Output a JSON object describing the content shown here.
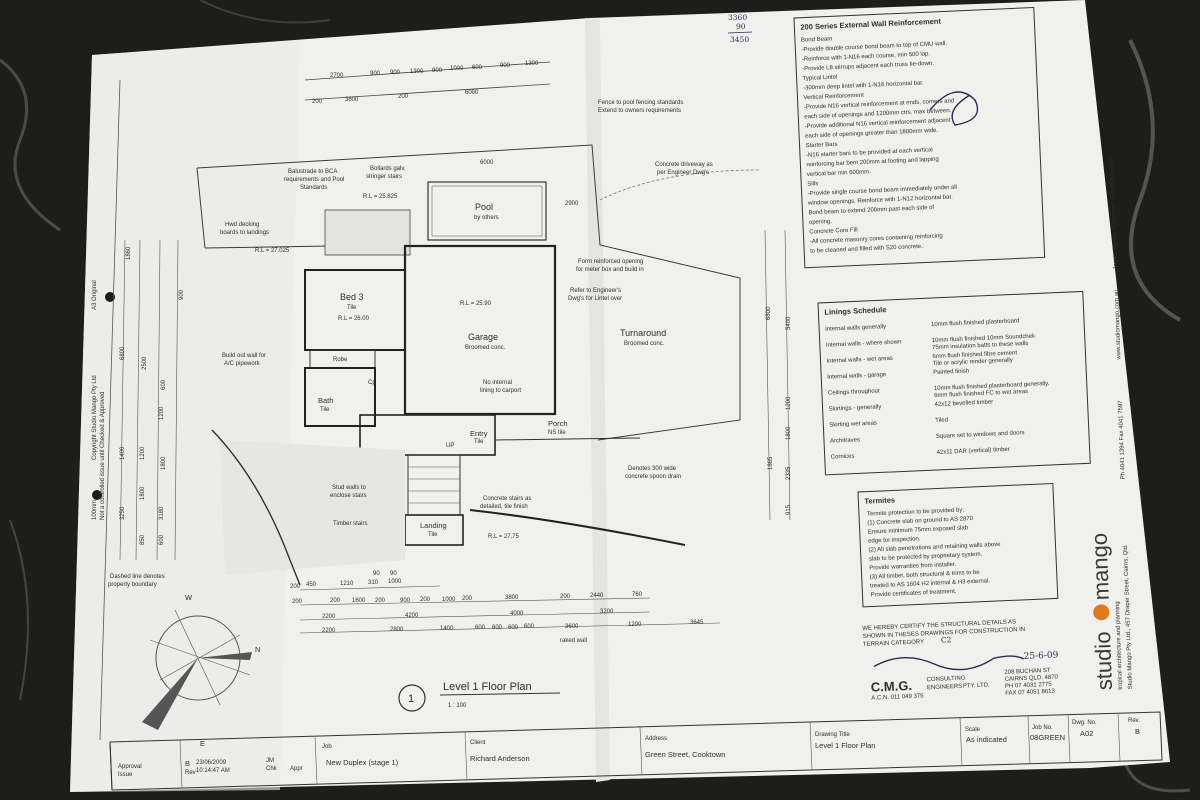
{
  "colors": {
    "background": "#1d1d1b",
    "paper": "#f1f2ee",
    "ink": "#2e2e2e",
    "brand_orange": "#e07a1f",
    "signature_ink": "#2a2a55"
  },
  "dimensions_top": {
    "row1": [
      "2700",
      "900",
      "900",
      "1300",
      "900",
      "1000",
      "600",
      "900",
      "1300"
    ],
    "row2": [
      "200",
      "3800",
      "200",
      "6000"
    ]
  },
  "rooms": {
    "pool": "Pool",
    "pool_sub": "by others",
    "garage": "Garage",
    "garage_sub": "Broomed conc.",
    "turnaround": "Turnaround",
    "turnaround_sub": "Broomed conc.",
    "bed3": "Bed 3",
    "bed3_sub": "Tile",
    "bath": "Bath",
    "bath_sub": "Tile",
    "robe": "Robe",
    "entry": "Entry",
    "entry_sub": "Tile",
    "porch": "Porch",
    "porch_sub": "NS tile",
    "landing": "Landing",
    "landing_sub": "Tile",
    "cp": "Cp",
    "up": "UP"
  },
  "levels": {
    "rl_pool": "R.L = 25.825",
    "rl_deck": "R.L = 27.025",
    "rl_garage": "R.L = 25.90",
    "rl_bed3": "R.L = 26.00",
    "rl_landing": "R.L = 27.75"
  },
  "notes": {
    "fence": "Fence to pool fencing standards",
    "fence2": "Extend to owners requirements",
    "driveway": "Concrete driveway as",
    "driveway2": "per Engineer Dwg's",
    "balustrade": "Balustrade to BCA",
    "balustrade2": "requirements and Pool",
    "balustrade3": "Standards",
    "bollards": "Bollards galv.",
    "bollards2": "stringer stairs",
    "decking": "Hwd decking",
    "decking2": "boards to landings",
    "form": "Form reinforced opening",
    "form2": "for meter box and build in",
    "refer": "Refer to Engineer's",
    "refer2": "Dwg's for Lintel over",
    "buildout": "Build out wall for",
    "buildout2": "A/C pipework",
    "nolining": "No internal",
    "nolining2": "lining to carport",
    "spoon": "Denotes 300 wide",
    "spoon2": "concrete spoon drain",
    "stud": "Stud walls to",
    "stud2": "enclose stairs",
    "concstairs": "Concrete stairs as",
    "concstairs2": "detailed, tile finish",
    "timberstairs": "Timber stairs",
    "dashed": "Dashed line denotes",
    "dashed2": "property boundary",
    "dim_6000": "6000",
    "dim_2900": "2900"
  },
  "dimensions_bottom": {
    "row1": [
      "200",
      "450",
      "1210",
      "90",
      "310",
      "90",
      "1000"
    ],
    "row2": [
      "200",
      "200",
      "1600",
      "200",
      "900",
      "200",
      "1000",
      "200",
      "3800",
      "200",
      "2440",
      "760"
    ],
    "row3": [
      "2200",
      "4200",
      "4000",
      "3200"
    ],
    "row4": [
      "2200",
      "2800",
      "1400",
      "600",
      "600",
      "600",
      "600",
      "3600",
      "1200",
      "3645"
    ],
    "raked_wall": "raked wall"
  },
  "dimensions_left": [
    "1400",
    "1200",
    "1800",
    "3250",
    "1860",
    "1200",
    "2500",
    "6800",
    "1800",
    "600",
    "900",
    "850",
    "600",
    "3180"
  ],
  "dimensions_right": [
    "6800",
    "5400",
    "1200",
    "1800",
    "2335",
    "1865",
    "915"
  ],
  "drawing_title": {
    "number": "1",
    "title": "Level 1 Floor Plan",
    "scale": "1 : 100"
  },
  "compass": {
    "w": "W",
    "e": "E",
    "n": "N"
  },
  "spec_reinforcement": {
    "title": "200 Series External Wall Reinforcement",
    "lines": [
      "Bond Beam",
      "-Provide double course bond beam to top of CMU wall.",
      "-Reinforce with 1-N16 each course, min 500 lap.",
      "-Provide L8 stirrups adjacent each truss tie-down.",
      "Typical Lintel",
      "-300mm deep lintel with 1-N16 horizontal bar.",
      "Vertical Reinforcement",
      "-Provide N16 vertical reinforcement at ends, corners and",
      "each side of openings and 1200mm ctrs. max between.",
      "-Provide additional N16 vertical reinforcement adjacent",
      "each side of openings greater than 1800mm wide.",
      "Starter Bars",
      "-N16 starter bars to be provided at each vertical",
      "reinforcing bar bent 200mm at footing and lapping",
      "vertical bar min 600mm.",
      "Sills",
      "-Provide single course bond beam immediately under all",
      "window openings. Reinforce with 1-N12 horizontal bar.",
      "Bond beam to extend 200mm past each side of",
      "opening.",
      "Concrete Core Fill",
      "-All concrete masonry cores containing reinforcing",
      "to be cleaned and filled with S20 concrete."
    ]
  },
  "handwritten_top": [
    "3360",
    "90",
    "3450"
  ],
  "linings": {
    "title": "Linings Schedule",
    "rows": [
      [
        "Internal walls generally",
        "10mm flush finished plasterboard",
        ""
      ],
      [
        "Internal walls - where shown",
        "10mm flush finished 10mm Soundchek",
        "75mm insulation batts to these walls"
      ],
      [
        "Internal walls - wet areas",
        "6mm flush finished fibre cement",
        "Tile or acrylic render generally"
      ],
      [
        "Internal walls - garage",
        "Painted finish",
        ""
      ],
      [
        "Ceilings throughout",
        "10mm flush finished plasterboard generally.",
        "6mm flush finished FC to wet areas"
      ],
      [
        "Skirtings - generally",
        "42x12 bevelled timber",
        ""
      ],
      [
        "Skirting wet areas",
        "Tiled",
        ""
      ],
      [
        "Architraves",
        "Square set to windows and doors",
        ""
      ],
      [
        "Cornices",
        "42x11 DAR (vertical) timber",
        ""
      ]
    ]
  },
  "termites": {
    "title": "Termites",
    "lines": [
      "Termite protection to be provided by:",
      "(1) Concrete slab on ground to AS 2870",
      "Ensure minimum 75mm exposed slab",
      "edge for inspection.",
      "(2) All slab penetrations and retaining walls above",
      "slab to be protected by proprietary system.",
      "Provide warranties from installer.",
      "(3) All timber, both structural & trims to be",
      "treated to AS 1604 H2 internal & H3 external.",
      "Provide certificates of treatment."
    ]
  },
  "certification": {
    "line1": "WE HEREBY CERTIFY THE STRUCTURAL DETAILS AS",
    "line2": "SHOWN IN THESES DRAWINGS FOR CONSTRUCTION IN",
    "line3": "TERRAIN CATEGORY",
    "category": "C2",
    "date": "25-6-09",
    "company": "C.M.G.",
    "company_sub1": "CONSULTING",
    "company_sub2": "ENGINEERS",
    "company_sub3": "PTY. LTD.",
    "acn": "A.C.N. 011 049 375",
    "address1": "208 BUCHAN ST",
    "address2": "CAIRNS QLD. 4870",
    "phone": "PH    07 4031 2775",
    "fax": "FAX   07 4051 8613"
  },
  "brand": {
    "studio": "studio",
    "mango": "mango",
    "tagline": "tropical architecture and planning",
    "company": "Studio Mango Pty Ltd.,  457 Draper Street, Cairns, Qld.",
    "phone": "Ph 4041 1394  Fax 4041 7597",
    "web": "www.studiomango.com.au",
    "architect": "James Maude Registered Architect 00069"
  },
  "title_block": {
    "rev_heading": "Rev",
    "date_time": "23/06/2009",
    "time": "10:14:47 AM",
    "drawn": "JM",
    "chk": "Chk",
    "appr": "Appr",
    "approval": "Approval",
    "issue": "Issue",
    "job_label": "Job",
    "job": "New Duplex (stage 1)",
    "client_label": "Client",
    "client": "Richard Anderson",
    "address_label": "Address",
    "address": "Green Street, Cooktown",
    "drawing_label": "Drawing Title",
    "drawing": "Level 1 Floor Plan",
    "scale_label": "Scale",
    "scale": "As indicated",
    "jobno_label": "Job No.",
    "jobno": "08GREEN",
    "dwgno_label": "Dwg. No.",
    "dwgno": "A02",
    "revno_label": "Rev.",
    "revno": "B",
    "rev_letter": "B"
  },
  "left_margin": {
    "line1": "Not a controlled issue until Checked & Approved",
    "line2": "Copyright   Studio Mango Pty Ltd",
    "line3": "A3 Original",
    "line4": "100mm"
  }
}
